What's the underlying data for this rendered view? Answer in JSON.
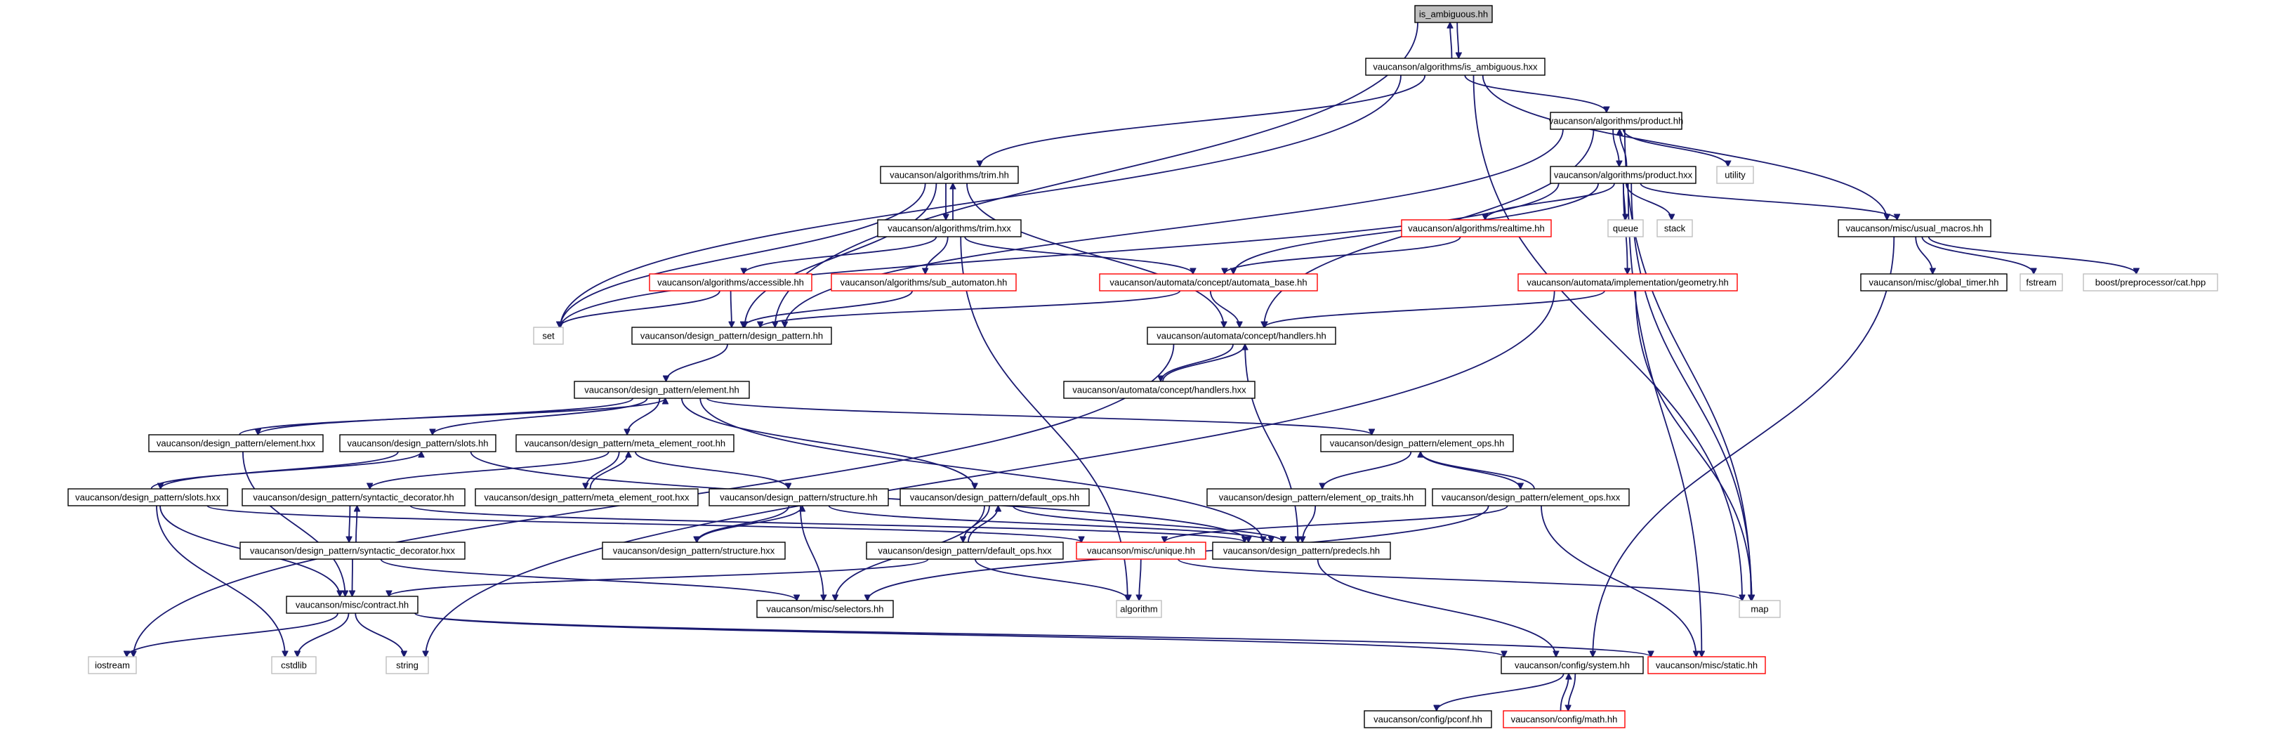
{
  "colors": {
    "edge": "#191970",
    "root_fill": "#bfbfbf",
    "normal_border": "#000000",
    "undocumented_border": "#ff0000",
    "system_border": "#bfbfbf",
    "background": "#ffffff"
  },
  "nodes": [
    {
      "id": "is_ambiguous_hh",
      "label": "is_ambiguous.hh",
      "kind": "root"
    },
    {
      "id": "algo_is_ambiguous_hxx",
      "label": "vaucanson/algorithms/is_ambiguous.hxx",
      "kind": "normal"
    },
    {
      "id": "algo_product_hh",
      "label": "vaucanson/algorithms/product.hh",
      "kind": "normal"
    },
    {
      "id": "algo_product_hxx",
      "label": "vaucanson/algorithms/product.hxx",
      "kind": "normal"
    },
    {
      "id": "utility",
      "label": "utility",
      "kind": "system"
    },
    {
      "id": "algo_trim_hh",
      "label": "vaucanson/algorithms/trim.hh",
      "kind": "normal"
    },
    {
      "id": "algo_trim_hxx",
      "label": "vaucanson/algorithms/trim.hxx",
      "kind": "normal"
    },
    {
      "id": "algo_realtime_hh",
      "label": "vaucanson/algorithms/realtime.hh",
      "kind": "undocumented"
    },
    {
      "id": "queue",
      "label": "queue",
      "kind": "system"
    },
    {
      "id": "stack",
      "label": "stack",
      "kind": "system"
    },
    {
      "id": "misc_usual_macros_hh",
      "label": "vaucanson/misc/usual_macros.hh",
      "kind": "normal"
    },
    {
      "id": "algo_accessible_hh",
      "label": "vaucanson/algorithms/accessible.hh",
      "kind": "undocumented"
    },
    {
      "id": "algo_sub_automaton_hh",
      "label": "vaucanson/algorithms/sub_automaton.hh",
      "kind": "undocumented"
    },
    {
      "id": "auto_concept_automata_base_hh",
      "label": "vaucanson/automata/concept/automata_base.hh",
      "kind": "undocumented"
    },
    {
      "id": "auto_impl_geometry_hh",
      "label": "vaucanson/automata/implementation/geometry.hh",
      "kind": "undocumented"
    },
    {
      "id": "misc_global_timer_hh",
      "label": "vaucanson/misc/global_timer.hh",
      "kind": "normal"
    },
    {
      "id": "fstream",
      "label": "fstream",
      "kind": "system"
    },
    {
      "id": "boost_cat_hpp",
      "label": "boost/preprocessor/cat.hpp",
      "kind": "system"
    },
    {
      "id": "set",
      "label": "set",
      "kind": "system"
    },
    {
      "id": "dp_design_pattern_hh",
      "label": "vaucanson/design_pattern/design_pattern.hh",
      "kind": "normal"
    },
    {
      "id": "auto_concept_handlers_hh",
      "label": "vaucanson/automata/concept/handlers.hh",
      "kind": "normal"
    },
    {
      "id": "auto_concept_handlers_hxx",
      "label": "vaucanson/automata/concept/handlers.hxx",
      "kind": "normal"
    },
    {
      "id": "dp_element_hh",
      "label": "vaucanson/design_pattern/element.hh",
      "kind": "normal"
    },
    {
      "id": "dp_element_hxx",
      "label": "vaucanson/design_pattern/element.hxx",
      "kind": "normal"
    },
    {
      "id": "dp_slots_hh",
      "label": "vaucanson/design_pattern/slots.hh",
      "kind": "normal"
    },
    {
      "id": "dp_meta_element_root_hh",
      "label": "vaucanson/design_pattern/meta_element_root.hh",
      "kind": "normal"
    },
    {
      "id": "dp_element_ops_hh",
      "label": "vaucanson/design_pattern/element_ops.hh",
      "kind": "normal"
    },
    {
      "id": "dp_slots_hxx",
      "label": "vaucanson/design_pattern/slots.hxx",
      "kind": "normal"
    },
    {
      "id": "dp_syntactic_decorator_hh",
      "label": "vaucanson/design_pattern/syntactic_decorator.hh",
      "kind": "normal"
    },
    {
      "id": "dp_meta_element_root_hxx",
      "label": "vaucanson/design_pattern/meta_element_root.hxx",
      "kind": "normal"
    },
    {
      "id": "dp_structure_hh",
      "label": "vaucanson/design_pattern/structure.hh",
      "kind": "normal"
    },
    {
      "id": "dp_default_ops_hh",
      "label": "vaucanson/design_pattern/default_ops.hh",
      "kind": "normal"
    },
    {
      "id": "dp_element_op_traits_hh",
      "label": "vaucanson/design_pattern/element_op_traits.hh",
      "kind": "normal"
    },
    {
      "id": "dp_element_ops_hxx",
      "label": "vaucanson/design_pattern/element_ops.hxx",
      "kind": "normal"
    },
    {
      "id": "dp_syntactic_decorator_hxx",
      "label": "vaucanson/design_pattern/syntactic_decorator.hxx",
      "kind": "normal"
    },
    {
      "id": "dp_structure_hxx",
      "label": "vaucanson/design_pattern/structure.hxx",
      "kind": "normal"
    },
    {
      "id": "dp_default_ops_hxx",
      "label": "vaucanson/design_pattern/default_ops.hxx",
      "kind": "normal"
    },
    {
      "id": "misc_unique_hh",
      "label": "vaucanson/misc/unique.hh",
      "kind": "undocumented"
    },
    {
      "id": "dp_predecls_hh",
      "label": "vaucanson/design_pattern/predecls.hh",
      "kind": "normal"
    },
    {
      "id": "misc_contract_hh",
      "label": "vaucanson/misc/contract.hh",
      "kind": "normal"
    },
    {
      "id": "misc_selectors_hh",
      "label": "vaucanson/misc/selectors.hh",
      "kind": "normal"
    },
    {
      "id": "algorithm",
      "label": "algorithm",
      "kind": "system"
    },
    {
      "id": "map",
      "label": "map",
      "kind": "system"
    },
    {
      "id": "iostream",
      "label": "iostream",
      "kind": "system"
    },
    {
      "id": "cstdlib",
      "label": "cstdlib",
      "kind": "system"
    },
    {
      "id": "string",
      "label": "string",
      "kind": "system"
    },
    {
      "id": "config_system_hh",
      "label": "vaucanson/config/system.hh",
      "kind": "normal"
    },
    {
      "id": "misc_static_hh",
      "label": "vaucanson/misc/static.hh",
      "kind": "undocumented"
    },
    {
      "id": "config_pconf_hh",
      "label": "vaucanson/config/pconf.hh",
      "kind": "normal"
    },
    {
      "id": "config_math_hh",
      "label": "vaucanson/config/math.hh",
      "kind": "undocumented"
    }
  ],
  "edges": [
    [
      "is_ambiguous_hh",
      "algo_is_ambiguous_hxx"
    ],
    [
      "algo_is_ambiguous_hxx",
      "is_ambiguous_hh"
    ],
    [
      "is_ambiguous_hh",
      "dp_design_pattern_hh"
    ],
    [
      "algo_is_ambiguous_hxx",
      "algo_product_hh"
    ],
    [
      "algo_is_ambiguous_hxx",
      "algo_trim_hh"
    ],
    [
      "algo_is_ambiguous_hxx",
      "set"
    ],
    [
      "algo_is_ambiguous_hxx",
      "misc_usual_macros_hh"
    ],
    [
      "algo_is_ambiguous_hxx",
      "map"
    ],
    [
      "algo_product_hh",
      "algo_product_hxx"
    ],
    [
      "algo_product_hxx",
      "algo_product_hh"
    ],
    [
      "algo_product_hh",
      "utility"
    ],
    [
      "algo_product_hh",
      "map"
    ],
    [
      "algo_product_hh",
      "dp_design_pattern_hh"
    ],
    [
      "algo_product_hh",
      "auto_concept_handlers_hh"
    ],
    [
      "algo_product_hxx",
      "set"
    ],
    [
      "algo_product_hxx",
      "algo_realtime_hh"
    ],
    [
      "algo_product_hxx",
      "queue"
    ],
    [
      "algo_product_hxx",
      "stack"
    ],
    [
      "algo_product_hxx",
      "misc_usual_macros_hh"
    ],
    [
      "algo_product_hxx",
      "auto_concept_automata_base_hh"
    ],
    [
      "algo_product_hxx",
      "auto_impl_geometry_hh"
    ],
    [
      "algo_product_hxx",
      "map"
    ],
    [
      "algo_product_hxx",
      "misc_static_hh"
    ],
    [
      "algo_trim_hh",
      "algo_trim_hxx"
    ],
    [
      "algo_trim_hxx",
      "algo_trim_hh"
    ],
    [
      "algo_trim_hh",
      "set"
    ],
    [
      "algo_trim_hh",
      "dp_design_pattern_hh"
    ],
    [
      "algo_trim_hh",
      "auto_concept_handlers_hh"
    ],
    [
      "algo_trim_hxx",
      "algo_accessible_hh"
    ],
    [
      "algo_trim_hxx",
      "algo_sub_automaton_hh"
    ],
    [
      "algo_trim_hxx",
      "auto_concept_automata_base_hh"
    ],
    [
      "algo_trim_hxx",
      "algorithm"
    ],
    [
      "algo_realtime_hh",
      "auto_concept_automata_base_hh"
    ],
    [
      "misc_usual_macros_hh",
      "misc_global_timer_hh"
    ],
    [
      "misc_usual_macros_hh",
      "fstream"
    ],
    [
      "misc_usual_macros_hh",
      "boost_cat_hpp"
    ],
    [
      "misc_usual_macros_hh",
      "config_system_hh"
    ],
    [
      "algo_accessible_hh",
      "set"
    ],
    [
      "algo_accessible_hh",
      "dp_design_pattern_hh"
    ],
    [
      "algo_sub_automaton_hh",
      "dp_design_pattern_hh"
    ],
    [
      "auto_concept_automata_base_hh",
      "dp_design_pattern_hh"
    ],
    [
      "auto_concept_automata_base_hh",
      "auto_concept_handlers_hh"
    ],
    [
      "auto_impl_geometry_hh",
      "auto_concept_handlers_hh"
    ],
    [
      "auto_impl_geometry_hh",
      "map"
    ],
    [
      "auto_impl_geometry_hh",
      "string"
    ],
    [
      "dp_design_pattern_hh",
      "dp_element_hh"
    ],
    [
      "auto_concept_handlers_hh",
      "auto_concept_handlers_hxx"
    ],
    [
      "auto_concept_handlers_hxx",
      "auto_concept_handlers_hh"
    ],
    [
      "auto_concept_handlers_hh",
      "iostream"
    ],
    [
      "auto_concept_handlers_hh",
      "dp_predecls_hh"
    ],
    [
      "dp_element_hh",
      "dp_element_hxx"
    ],
    [
      "dp_element_hxx",
      "dp_element_hh"
    ],
    [
      "dp_element_hh",
      "dp_slots_hh"
    ],
    [
      "dp_element_hh",
      "dp_meta_element_root_hh"
    ],
    [
      "dp_element_hh",
      "dp_element_ops_hh"
    ],
    [
      "dp_element_hh",
      "dp_default_ops_hh"
    ],
    [
      "dp_element_hh",
      "dp_predecls_hh"
    ],
    [
      "dp_element_hxx",
      "misc_contract_hh"
    ],
    [
      "dp_slots_hh",
      "dp_slots_hxx"
    ],
    [
      "dp_slots_hxx",
      "dp_slots_hh"
    ],
    [
      "dp_slots_hh",
      "dp_predecls_hh"
    ],
    [
      "dp_meta_element_root_hh",
      "dp_meta_element_root_hxx"
    ],
    [
      "dp_meta_element_root_hxx",
      "dp_meta_element_root_hh"
    ],
    [
      "dp_meta_element_root_hh",
      "dp_syntactic_decorator_hh"
    ],
    [
      "dp_meta_element_root_hh",
      "dp_structure_hh"
    ],
    [
      "dp_element_ops_hh",
      "dp_element_ops_hxx"
    ],
    [
      "dp_element_ops_hxx",
      "dp_element_ops_hh"
    ],
    [
      "dp_element_ops_hh",
      "dp_element_op_traits_hh"
    ],
    [
      "dp_slots_hxx",
      "misc_contract_hh"
    ],
    [
      "dp_slots_hxx",
      "cstdlib"
    ],
    [
      "dp_slots_hxx",
      "misc_unique_hh"
    ],
    [
      "dp_syntactic_decorator_hh",
      "dp_syntactic_decorator_hxx"
    ],
    [
      "dp_syntactic_decorator_hxx",
      "dp_syntactic_decorator_hh"
    ],
    [
      "dp_syntactic_decorator_hh",
      "dp_predecls_hh"
    ],
    [
      "dp_structure_hh",
      "dp_structure_hxx"
    ],
    [
      "dp_structure_hxx",
      "dp_structure_hh"
    ],
    [
      "dp_structure_hh",
      "dp_predecls_hh"
    ],
    [
      "dp_structure_hh",
      "misc_selectors_hh"
    ],
    [
      "dp_default_ops_hh",
      "dp_default_ops_hxx"
    ],
    [
      "dp_default_ops_hxx",
      "dp_default_ops_hh"
    ],
    [
      "dp_default_ops_hh",
      "dp_predecls_hh"
    ],
    [
      "dp_default_ops_hh",
      "misc_selectors_hh"
    ],
    [
      "dp_element_op_traits_hh",
      "dp_predecls_hh"
    ],
    [
      "dp_element_ops_hxx",
      "misc_unique_hh"
    ],
    [
      "dp_element_ops_hxx",
      "misc_selectors_hh"
    ],
    [
      "dp_element_ops_hxx",
      "misc_static_hh"
    ],
    [
      "dp_syntactic_decorator_hxx",
      "misc_contract_hh"
    ],
    [
      "dp_syntactic_decorator_hxx",
      "misc_selectors_hh"
    ],
    [
      "dp_default_ops_hxx",
      "misc_contract_hh"
    ],
    [
      "dp_default_ops_hxx",
      "algorithm"
    ],
    [
      "misc_unique_hh",
      "algorithm"
    ],
    [
      "misc_unique_hh",
      "map"
    ],
    [
      "dp_predecls_hh",
      "config_system_hh"
    ],
    [
      "misc_contract_hh",
      "iostream"
    ],
    [
      "misc_contract_hh",
      "cstdlib"
    ],
    [
      "misc_contract_hh",
      "string"
    ],
    [
      "misc_contract_hh",
      "config_system_hh"
    ],
    [
      "misc_contract_hh",
      "misc_static_hh"
    ],
    [
      "config_system_hh",
      "config_pconf_hh"
    ],
    [
      "config_system_hh",
      "config_math_hh"
    ],
    [
      "config_math_hh",
      "config_system_hh"
    ]
  ]
}
